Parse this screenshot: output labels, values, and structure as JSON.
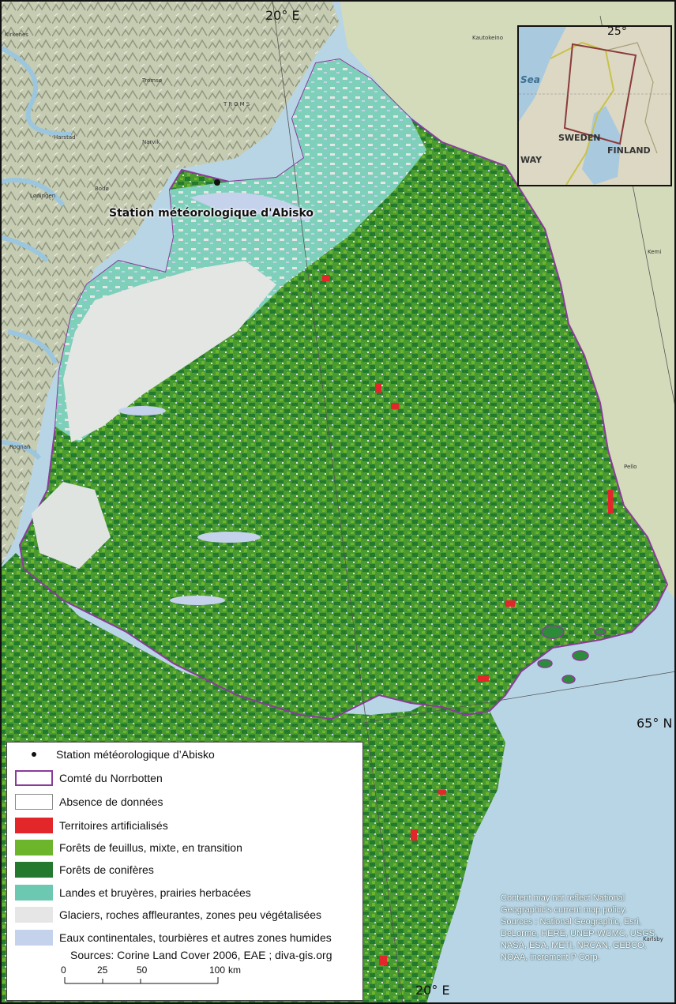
{
  "map": {
    "gridlines": [
      {
        "label": "20° E",
        "type": "meridian"
      },
      {
        "label": "65° N",
        "type": "parallel"
      }
    ],
    "station": {
      "label": "Station météorologique d'Abisko"
    },
    "towns": [
      "Kirkenes",
      "Harstad",
      "Tromsø",
      "Narvik",
      "Bodø",
      "Rognan",
      "Pello",
      "Karlsby",
      "Kautokeino",
      "Kemi",
      "Lødingen"
    ],
    "region_label": "TROMS",
    "bottom_meridian_label": "20° E",
    "colors": {
      "sea": "#b9d6e6",
      "land": "#cdd7b4",
      "mountain": "#9ea38a",
      "county_outline": "#8a3b9a",
      "artificial": "#e3262a",
      "deciduous": "#6db52b",
      "conifer": "#237a2f",
      "heath": "#6cc8b0",
      "glacier_rock": "#e6e6e6",
      "water_wetland": "#c4d2ec",
      "no_data": "#ffffff"
    }
  },
  "inset": {
    "top_label": "25°",
    "sea_label": "Sea",
    "countries": [
      "SWEDEN",
      "FINLAND",
      "WAY"
    ]
  },
  "legend": {
    "items": [
      {
        "label": "Station météorologique d’Abisko",
        "kind": "point"
      },
      {
        "label": "Comté du Norrbotten",
        "kind": "outline",
        "color": "#8a3b9a"
      },
      {
        "label": "Absence de données",
        "kind": "fill",
        "color": "#ffffff"
      },
      {
        "label": "Territoires artificialisés",
        "kind": "fill",
        "color": "#e3262a"
      },
      {
        "label": "Forêts de feuillus, mixte, en transition",
        "kind": "fill",
        "color": "#6db52b"
      },
      {
        "label": "Forêts de conifères",
        "kind": "fill",
        "color": "#237a2f"
      },
      {
        "label": "Landes et bruyères, prairies herbacées",
        "kind": "fill",
        "color": "#6cc8b0"
      },
      {
        "label": "Glaciers, roches affleurantes, zones peu végétalisées",
        "kind": "fill",
        "color": "#e6e6e6"
      },
      {
        "label": "Eaux continentales, tourbières et autres zones humides",
        "kind": "fill",
        "color": "#c4d2ec"
      }
    ],
    "sources": "Sources: Corine Land Cover 2006, EAE ; diva-gis.org",
    "scale": {
      "ticks": [
        "0",
        "25",
        "50",
        "100"
      ],
      "unit": "km"
    }
  },
  "credit": {
    "text": "Content may not reflect National Geographic's current map policy. Sources : National Geographic, Esri, DeLorme, HERE, UNEP-WCMC, USGS, NASA, ESA, METI, NRCAN, GEBCO, NOAA, increment P Corp."
  }
}
